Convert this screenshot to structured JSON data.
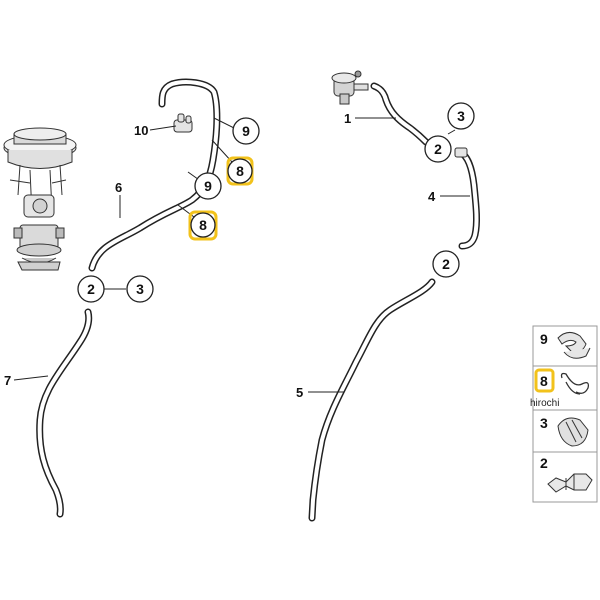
{
  "diagram": {
    "callouts": {
      "c10": "10",
      "c9a": "9",
      "c8a": "8",
      "c9b": "9",
      "c8b": "8",
      "c6": "6",
      "c2l": "2",
      "c3l": "3",
      "c7": "7",
      "c1": "1",
      "c3r": "3",
      "c2r": "2",
      "c4": "4",
      "c2m": "2",
      "c5": "5"
    },
    "legend": {
      "l9": "9",
      "l8": "8",
      "l3": "3",
      "l2": "2"
    },
    "watermark": "hirochi"
  },
  "colors": {
    "highlight": "#f2c21b",
    "line": "#222222"
  }
}
